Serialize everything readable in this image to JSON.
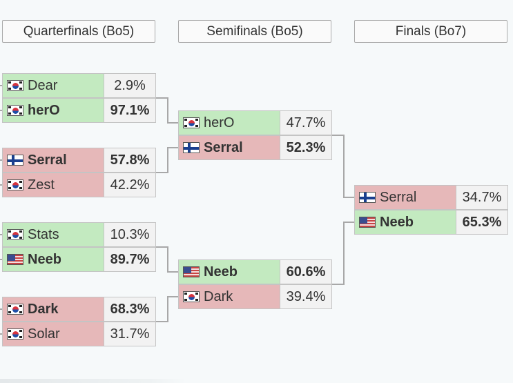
{
  "rounds": [
    {
      "label": "Quarterfinals (Bo5)"
    },
    {
      "label": "Semifinals (Bo5)"
    },
    {
      "label": "Finals (Bo7)"
    }
  ],
  "quarterfinals": [
    {
      "top": {
        "name": "Dear",
        "flag": "south-korea-flag-icon",
        "pct": "2.9%"
      },
      "bottom": {
        "name": "herO",
        "flag": "south-korea-flag-icon",
        "pct": "97.1%"
      }
    },
    {
      "top": {
        "name": "Serral",
        "flag": "finland-flag-icon",
        "pct": "57.8%"
      },
      "bottom": {
        "name": "Zest",
        "flag": "south-korea-flag-icon",
        "pct": "42.2%"
      }
    },
    {
      "top": {
        "name": "Stats",
        "flag": "south-korea-flag-icon",
        "pct": "10.3%"
      },
      "bottom": {
        "name": "Neeb",
        "flag": "usa-flag-icon",
        "pct": "89.7%"
      }
    },
    {
      "top": {
        "name": "Dark",
        "flag": "south-korea-flag-icon",
        "pct": "68.3%"
      },
      "bottom": {
        "name": "Solar",
        "flag": "south-korea-flag-icon",
        "pct": "31.7%"
      }
    }
  ],
  "semifinals": [
    {
      "top": {
        "name": "herO",
        "flag": "south-korea-flag-icon",
        "pct": "47.7%"
      },
      "bottom": {
        "name": "Serral",
        "flag": "finland-flag-icon",
        "pct": "52.3%"
      }
    },
    {
      "top": {
        "name": "Neeb",
        "flag": "usa-flag-icon",
        "pct": "60.6%"
      },
      "bottom": {
        "name": "Dark",
        "flag": "south-korea-flag-icon",
        "pct": "39.4%"
      }
    }
  ],
  "finals": [
    {
      "top": {
        "name": "Serral",
        "flag": "finland-flag-icon",
        "pct": "34.7%"
      },
      "bottom": {
        "name": "Neeb",
        "flag": "usa-flag-icon",
        "pct": "65.3%"
      }
    }
  ],
  "colors": {
    "win_bg": "#c3eac0",
    "lose_bg": "#e6b8b9",
    "pct_bg": "#f2f2f2",
    "connector": "#a8a8a8",
    "page_bg": "#f6f9fa"
  }
}
